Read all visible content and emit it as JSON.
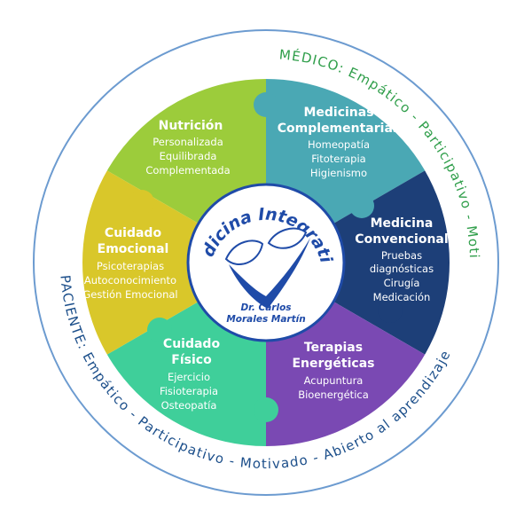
{
  "ring": {
    "top_text": "MÉDICO: Empático - Participativo - Motivador - Abierto al aprendizaje",
    "bottom_text": "PACIENTE: Empático - Participativo - Motivado - Abierto al aprendizaje",
    "medico_color": "#2f9e4a",
    "paciente_color": "#1b4e8a"
  },
  "center": {
    "title": "Medicina Integrativa",
    "doctor_line1": "Dr. Carlos",
    "doctor_line2": "Morales Martín",
    "logo_icon": "leaves-check-icon",
    "color": "#1f4ba8"
  },
  "segments": [
    {
      "id": "nutricion",
      "title": [
        "Nutrición"
      ],
      "items": [
        "Personalizada",
        "Equilibrada",
        "Complementada"
      ],
      "color": "#9ccc3b"
    },
    {
      "id": "complementarias",
      "title": [
        "Medicinas",
        "Complementarias"
      ],
      "items": [
        "Homeopatía",
        "Fitoterapia",
        "Higienismo"
      ],
      "color": "#4aa8b4"
    },
    {
      "id": "convencional",
      "title": [
        "Medicina",
        "Convencional"
      ],
      "items": [
        "Pruebas",
        "diagnósticas",
        "Cirugía",
        "Medicación"
      ],
      "color": "#1d3f78"
    },
    {
      "id": "energeticas",
      "title": [
        "Terapias",
        "Energéticas"
      ],
      "items": [
        "Acupuntura",
        "Bioenergética"
      ],
      "color": "#7a49b3"
    },
    {
      "id": "fisico",
      "title": [
        "Cuidado",
        "Físico"
      ],
      "items": [
        "Ejercicio",
        "Fisioterapia",
        "Osteopatía"
      ],
      "color": "#3fcf9a"
    },
    {
      "id": "emocional",
      "title": [
        "Cuidado",
        "Emocional"
      ],
      "items": [
        "Psicoterapias",
        "Autoconocimiento",
        "Gestión Emocional"
      ],
      "color": "#d9c72a"
    }
  ]
}
